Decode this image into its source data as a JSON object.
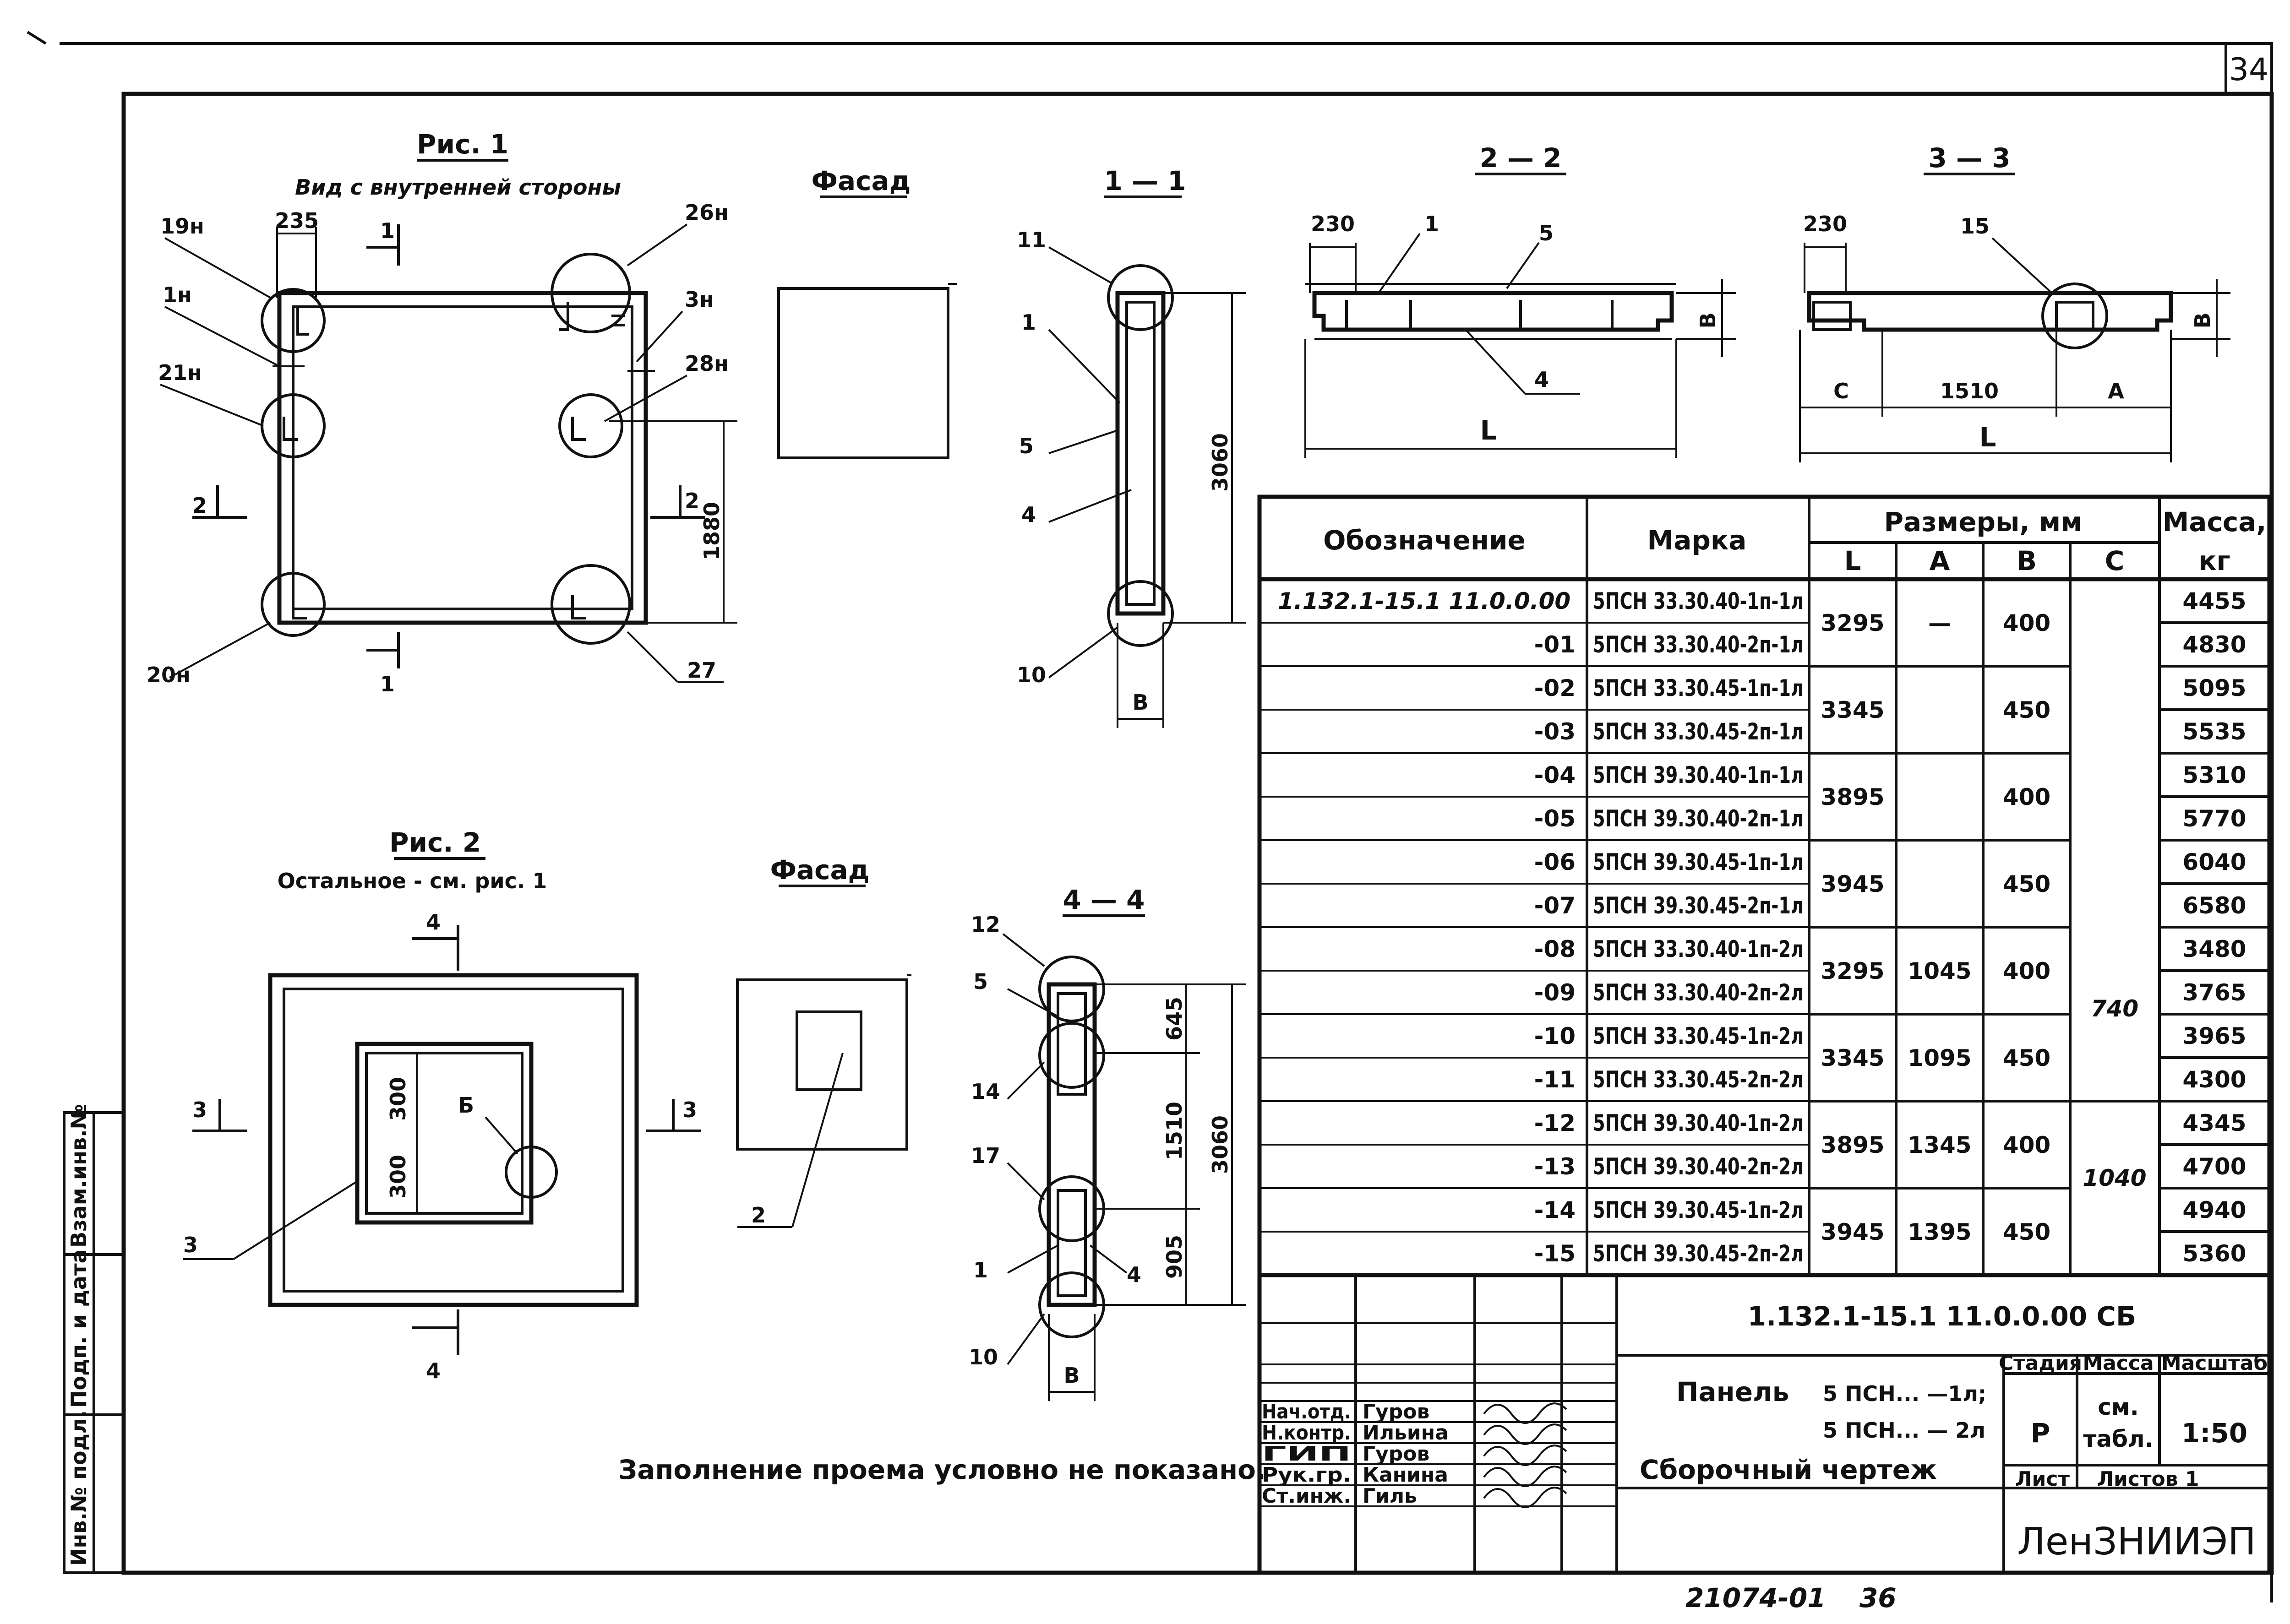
{
  "sheet_number": "34",
  "fig1": {
    "title": "Рис. 1",
    "subtitle": "Вид с внутренней стороны",
    "dim_235": "235",
    "dim_1880": "1880",
    "cut_1": "1",
    "cut_2": "2",
    "callouts": [
      "19н",
      "1н",
      "21н",
      "26н",
      "3н",
      "28н",
      "20н",
      "27"
    ]
  },
  "facade1": {
    "title": "Фасад"
  },
  "section11": {
    "title": "1 — 1",
    "dim_3060": "3060",
    "dim_b": "В",
    "callouts": [
      "11",
      "1",
      "5",
      "4",
      "10"
    ]
  },
  "section22": {
    "title": "2 — 2",
    "dim_230": "230",
    "dim_l": "L",
    "dim_b": "В",
    "callouts": [
      "1",
      "5",
      "4"
    ]
  },
  "section33": {
    "title": "3 — 3",
    "dim_230": "230",
    "dim_c": "С",
    "dim_1510": "1510",
    "dim_a": "А",
    "dim_l": "L",
    "dim_b": "В",
    "callouts": [
      "15"
    ]
  },
  "fig2": {
    "title": "Рис. 2",
    "subtitle": "Остальное - см. рис. 1",
    "cut_4": "4",
    "cut_3": "3",
    "dim_300a": "300",
    "dim_300b": "300",
    "callouts": [
      "Б",
      "3"
    ]
  },
  "facade2": {
    "title": "Фасад",
    "callouts": [
      "2"
    ]
  },
  "section44": {
    "title": "4 — 4",
    "dim_645": "645",
    "dim_1510": "1510",
    "dim_905": "905",
    "dim_3060": "3060",
    "dim_b": "В",
    "callouts": [
      "12",
      "5",
      "14",
      "17",
      "1",
      "4",
      "10"
    ]
  },
  "note": "Заполнение проема условно не показано.",
  "spec_table": {
    "headers": {
      "designation": "Обозначение",
      "mark": "Марка",
      "sizes": "Размеры, мм",
      "mass": "Масса,",
      "mass_unit": "кг",
      "l": "L",
      "a": "А",
      "b": "В",
      "c": "С"
    },
    "rows": [
      {
        "des": "1.132.1-15.1  11.0.0.00",
        "mark": "5ПСН 33.30.40-1п-1л",
        "mass": "4455"
      },
      {
        "des": "-01",
        "mark": "5ПСН 33.30.40-2п-1л",
        "mass": "4830"
      },
      {
        "des": "-02",
        "mark": "5ПСН 33.30.45-1п-1л",
        "mass": "5095"
      },
      {
        "des": "-03",
        "mark": "5ПСН 33.30.45-2п-1л",
        "mass": "5535"
      },
      {
        "des": "-04",
        "mark": "5ПСН 39.30.40-1п-1л",
        "mass": "5310"
      },
      {
        "des": "-05",
        "mark": "5ПСН 39.30.40-2п-1л",
        "mass": "5770"
      },
      {
        "des": "-06",
        "mark": "5ПСН 39.30.45-1п-1л",
        "mass": "6040"
      },
      {
        "des": "-07",
        "mark": "5ПСН 39.30.45-2п-1л",
        "mass": "6580"
      },
      {
        "des": "-08",
        "mark": "5ПСН 33.30.40-1п-2л",
        "mass": "3480"
      },
      {
        "des": "-09",
        "mark": "5ПСН 33.30.40-2п-2л",
        "mass": "3765"
      },
      {
        "des": "-10",
        "mark": "5ПСН 33.30.45-1п-2л",
        "mass": "3965"
      },
      {
        "des": "-11",
        "mark": "5ПСН 33.30.45-2п-2л",
        "mass": "4300"
      },
      {
        "des": "-12",
        "mark": "5ПСН 39.30.40-1п-2л",
        "mass": "4345"
      },
      {
        "des": "-13",
        "mark": "5ПСН 39.30.40-2п-2л",
        "mass": "4700"
      },
      {
        "des": "-14",
        "mark": "5ПСН 39.30.45-1п-2л",
        "mass": "4940"
      },
      {
        "des": "-15",
        "mark": "5ПСН 39.30.45-2п-2л",
        "mass": "5360"
      }
    ],
    "groups": [
      {
        "l": "3295",
        "a": "—",
        "b": "400"
      },
      {
        "l": "3345",
        "a": "",
        "b": "450"
      },
      {
        "l": "3895",
        "a": "",
        "b": "400"
      },
      {
        "l": "3945",
        "a": "",
        "b": "450"
      },
      {
        "l": "3295",
        "a": "1045",
        "b": "400"
      },
      {
        "l": "3345",
        "a": "1095",
        "b": "450"
      },
      {
        "l": "3895",
        "a": "1345",
        "b": "400"
      },
      {
        "l": "3945",
        "a": "1395",
        "b": "450"
      }
    ],
    "c_values": [
      "740",
      "1040"
    ]
  },
  "title_block": {
    "code": "1.132.1-15.1    11.0.0.00 СБ",
    "name_1": "Панель",
    "name_2": "5 ПСН...  —1л;",
    "name_3": "5 ПСН...  — 2л",
    "name_4": "Сборочный  чертеж",
    "stage_h": "Стадия",
    "mass_h": "Масса",
    "scale_h": "Масштаб",
    "stage": "Р",
    "mass_1": "см.",
    "mass_2": "табл.",
    "scale": "1:50",
    "sheet_l": "Лист",
    "sheets_l": "Листов 1",
    "org": "ЛенЗНИИЭП",
    "staff": [
      {
        "role": "Нач.отд.",
        "name": "Гуров"
      },
      {
        "role": "Н.контр.",
        "name": "Ильина"
      },
      {
        "role": "ГИП",
        "name": "Гуров"
      },
      {
        "role": "Рук.гр.",
        "name": "Канина"
      },
      {
        "role": "Ст.инж.",
        "name": "Гиль"
      }
    ]
  },
  "side_stamp": [
    "Инв.№ подл.",
    "Подп. и дата",
    "Взам.инв.№"
  ],
  "bottom": {
    "archive": "21074-01",
    "page": "36"
  }
}
